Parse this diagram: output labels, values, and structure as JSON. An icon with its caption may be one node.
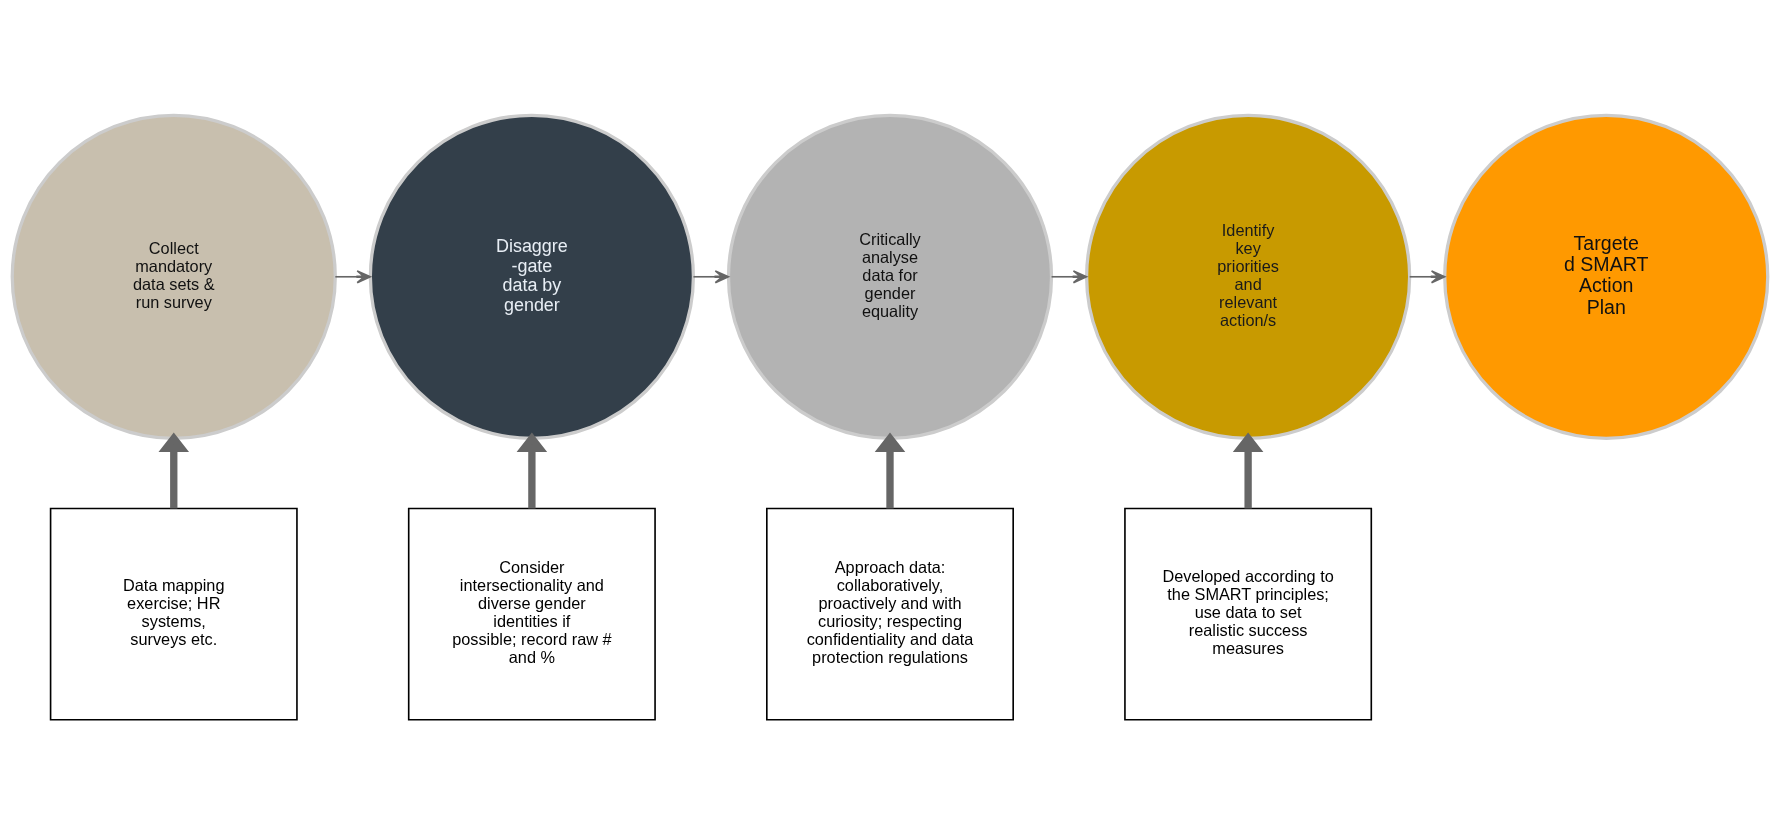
{
  "diagram": {
    "nodes": [
      {
        "text": [
          "Collect mandatory data sets & run survey"
        ]
      },
      {
        "text": [
          "Disaggre -gate data by gender"
        ]
      },
      {
        "text": [
          "Critically analyse data for gender equality"
        ]
      },
      {
        "text": [
          "Identify key priorities and relevant action/s"
        ]
      },
      {
        "text": [
          "Targete d SMART Action Plan"
        ]
      },
      {
        "text": [
          "Data mapping exercise; HR systems, surveys etc."
        ]
      },
      {
        "text": [
          "Consider intersectionality and diverse gender identities if possible; record raw # and %"
        ]
      },
      {
        "text": [
          "Approach data: collaboratively, proactively and with curiosity; respecting confidentiality and data protection regulations"
        ]
      },
      {
        "text": [
          "Developed according to the SMART principles; use data to set realistic success measures"
        ]
      }
    ],
    "edges": [
      {
        "from": 0,
        "to": 1,
        "arrow": "to"
      },
      {
        "from": 1,
        "to": 2,
        "arrow": "to"
      },
      {
        "from": 2,
        "to": 3,
        "arrow": "to"
      },
      {
        "from": 3,
        "to": 4,
        "arrow": "to"
      },
      {
        "from": 5,
        "to": 0,
        "arrow": "to",
        "style": "thick"
      },
      {
        "from": 6,
        "to": 1,
        "arrow": "to",
        "style": "thick"
      },
      {
        "from": 7,
        "to": 2,
        "arrow": "to",
        "style": "thick"
      },
      {
        "from": 8,
        "to": 3,
        "arrow": "to",
        "style": "thick"
      }
    ]
  }
}
